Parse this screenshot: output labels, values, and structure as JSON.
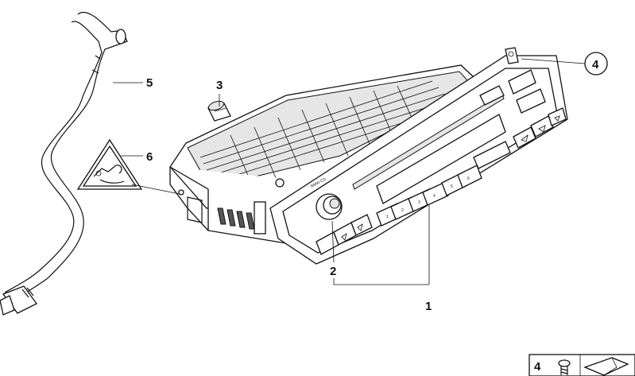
{
  "callouts": {
    "c1": "1",
    "c2": "2",
    "c3": "3",
    "c4": "4",
    "c5": "5",
    "c6": "6"
  },
  "radio": {
    "brand_label": "BMW CD",
    "preset_buttons": [
      "1",
      "2",
      "3",
      "4",
      "5",
      "6"
    ]
  },
  "footer": {
    "item_number": "4"
  },
  "icons": {
    "warning": "electrostatic-warning-icon",
    "screw": "screw-icon"
  }
}
